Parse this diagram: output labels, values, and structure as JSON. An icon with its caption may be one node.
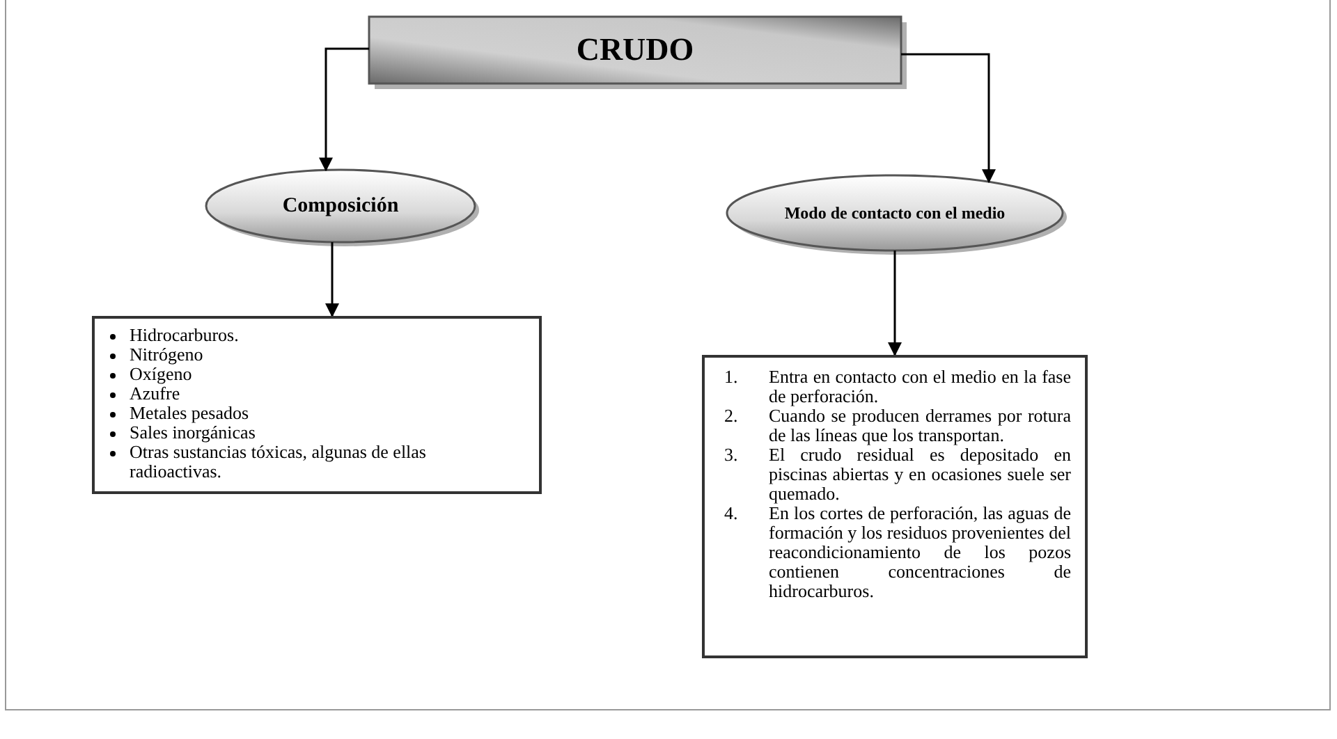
{
  "diagram": {
    "nodes": [
      {
        "text": [
          "CRUDO"
        ]
      },
      {
        "text": [
          "Composición"
        ]
      },
      {
        "text": [
          "Modo de contacto con el medio"
        ]
      },
      {
        "text": [
          "Hidrocarburos.",
          "Nitrógeno",
          "Oxígeno",
          "Azufre",
          "Metales pesados",
          "Sales inorgánicas",
          "Otras sustancias tóxicas, algunas de ellas radioactivas."
        ]
      },
      {
        "text": [
          "1. Entra en contacto con el medio en la fase de perforación.",
          "2. Cuando se producen derrames por rotura de las líneas que los transportan.",
          "3. El crudo residual es depositado en piscinas abiertas y en ocasiones suele ser quemado.",
          "4. En los cortes de perforación, las aguas de formación y los residuos provenientes del reacondicionamiento de los pozos contienen concentraciones de hidrocarburos."
        ]
      }
    ],
    "edges": [
      {
        "from": 0,
        "to": 1,
        "arrow": "to"
      },
      {
        "from": 0,
        "to": 2,
        "arrow": "to"
      },
      {
        "from": 1,
        "to": 3,
        "arrow": "to"
      },
      {
        "from": 2,
        "to": 4,
        "arrow": "to"
      }
    ]
  }
}
